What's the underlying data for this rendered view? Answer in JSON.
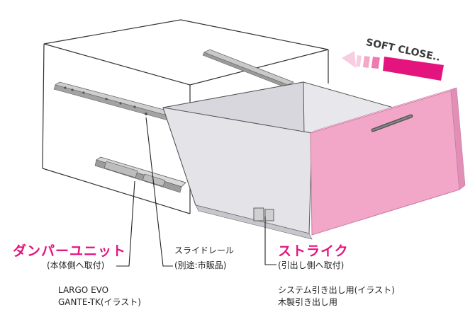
{
  "soft_close": "SOFT CLOSE..",
  "damper": {
    "title": "ダンパーユニット",
    "note": "(本体側へ取付)",
    "models": [
      "LARGO EVO",
      "GANTE-TK(イラスト)"
    ]
  },
  "slide_rail": {
    "title": "スライドレール",
    "note": "(別途:市販品)"
  },
  "strike": {
    "title": "ストライク",
    "note": "(引出し側へ取付)",
    "lines": [
      "システム引き出し用(イラスト)",
      "木製引き出し用"
    ]
  },
  "colors": {
    "accent_pink": "#e4147e",
    "drawer_front": "#f2a7c9",
    "drawer_body": "#e1e1e6",
    "rail": "#b3b3b3"
  }
}
